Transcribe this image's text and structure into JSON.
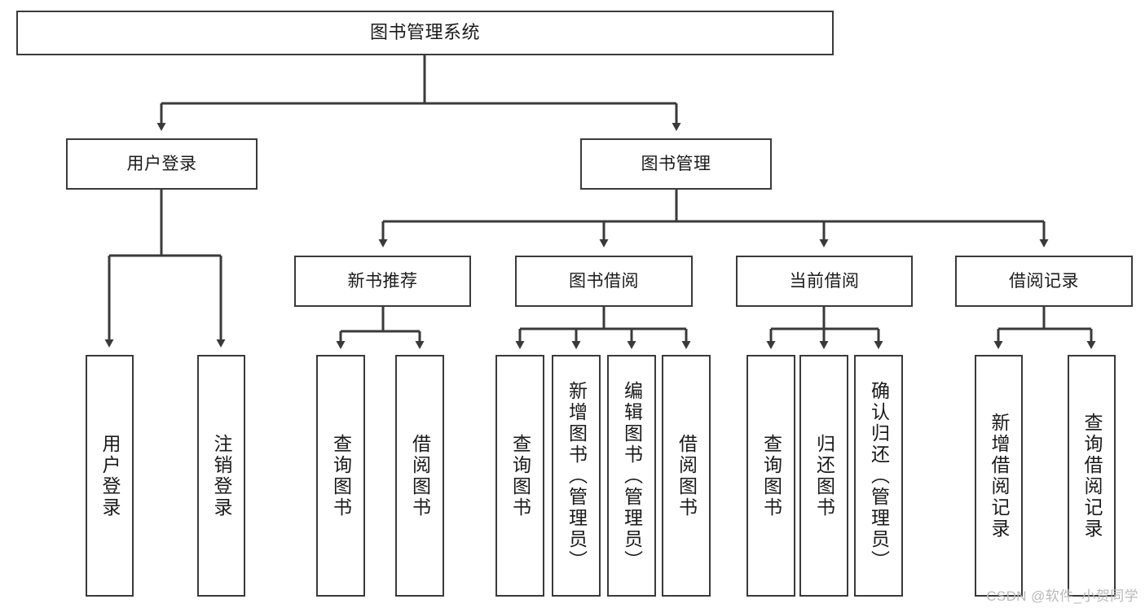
{
  "diagram": {
    "type": "tree-hierarchy",
    "title": "图书管理系统",
    "watermark": "CSDN @软件_小贺同学",
    "colors": {
      "box_border": "#3a3a3a",
      "box_fill": "#ffffff",
      "connector": "#3a3a3a",
      "text": "#1a1a1a",
      "watermark": "#b9b9b9"
    },
    "root": {
      "id": "root",
      "label": "图书管理系统"
    },
    "level2": [
      {
        "id": "user-login",
        "label": "用户登录"
      },
      {
        "id": "book-manage",
        "label": "图书管理"
      }
    ],
    "level3": [
      {
        "id": "new-book-recommend",
        "label": "新书推荐"
      },
      {
        "id": "book-borrow",
        "label": "图书借阅"
      },
      {
        "id": "current-borrow",
        "label": "当前借阅"
      },
      {
        "id": "borrow-record",
        "label": "借阅记录"
      }
    ],
    "leaves": {
      "user-login": [
        {
          "id": "leaf-user-login",
          "label": "用户登录"
        },
        {
          "id": "leaf-logout",
          "label": "注销登录"
        }
      ],
      "new-book-recommend": [
        {
          "id": "leaf-query-book-1",
          "label": "查询图书"
        },
        {
          "id": "leaf-borrow-book-1",
          "label": "借阅图书"
        }
      ],
      "book-borrow": [
        {
          "id": "leaf-query-book-2",
          "label": "查询图书"
        },
        {
          "id": "leaf-add-book",
          "label": "新增图书（管理员）"
        },
        {
          "id": "leaf-edit-book",
          "label": "编辑图书（管理员）"
        },
        {
          "id": "leaf-borrow-book-2",
          "label": "借阅图书"
        }
      ],
      "current-borrow": [
        {
          "id": "leaf-query-book-3",
          "label": "查询图书"
        },
        {
          "id": "leaf-return-book",
          "label": "归还图书"
        },
        {
          "id": "leaf-confirm-return",
          "label": "确认归还（管理员）"
        }
      ],
      "borrow-record": [
        {
          "id": "leaf-add-record",
          "label": "新增借阅记录"
        },
        {
          "id": "leaf-query-record",
          "label": "查询借阅记录"
        }
      ]
    }
  }
}
